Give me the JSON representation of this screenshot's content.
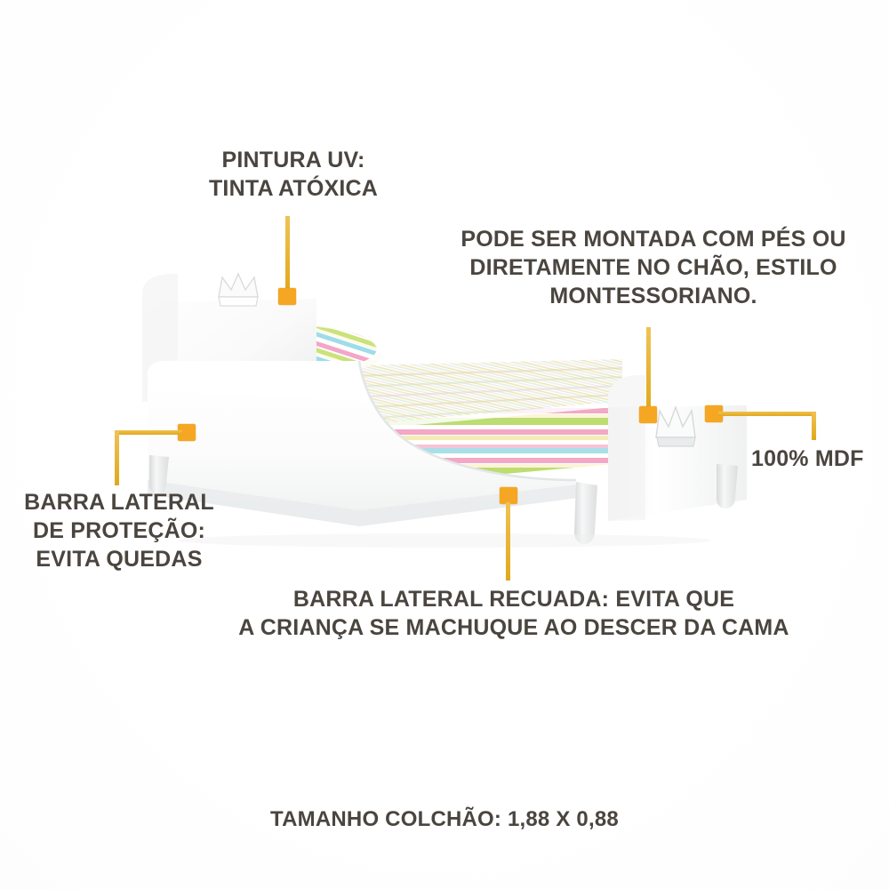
{
  "page": {
    "background_color": "#ffffff",
    "text_color": "#4a453f",
    "accent_color": "#f5a623",
    "leader_color": "#e8b83d"
  },
  "callouts": [
    {
      "id": "pintura-uv",
      "text": "PINTURA UV:\nTINTA ATÓXICA",
      "position": "top-left",
      "marker_color": "#f5a623"
    },
    {
      "id": "montagem",
      "text": "PODE SER MONTADA COM PÉS OU\nDIRETAMENTE NO CHÃO, ESTILO\nMONTESSORIANO.",
      "position": "top-right",
      "marker_color": "#f5a623"
    },
    {
      "id": "barra-lateral-protecao",
      "text": "BARRA LATERAL\nDE PROTEÇÃO:\nEVITA QUEDAS",
      "position": "left",
      "marker_color": "#f5a623"
    },
    {
      "id": "mdf",
      "text": "100% MDF",
      "position": "right",
      "marker_color": "#f5a623"
    },
    {
      "id": "barra-lateral-recuada",
      "text": "BARRA LATERAL RECUADA: EVITA QUE\nA CRIANÇA SE MACHUQUE AO DESCER DA CAMA",
      "position": "bottom-center",
      "marker_color": "#f5a623"
    }
  ],
  "footer": {
    "text": "TAMANHO COLCHÃO: 1,88 X 0,88"
  },
  "illustration": {
    "name": "cama-infantil-montessoriana",
    "parts": [
      "cabeceira-com-coroa",
      "peseira-com-coroa",
      "barra-lateral-recuada",
      "colchao-listrado",
      "travesseiro-listrado",
      "pes-cilindricos"
    ],
    "frame_color": "#ffffff",
    "mattress_colors": [
      "#f4a6c8",
      "#b9dd6e",
      "#8fd8e8",
      "#f2e07a",
      "#ffffff"
    ]
  }
}
